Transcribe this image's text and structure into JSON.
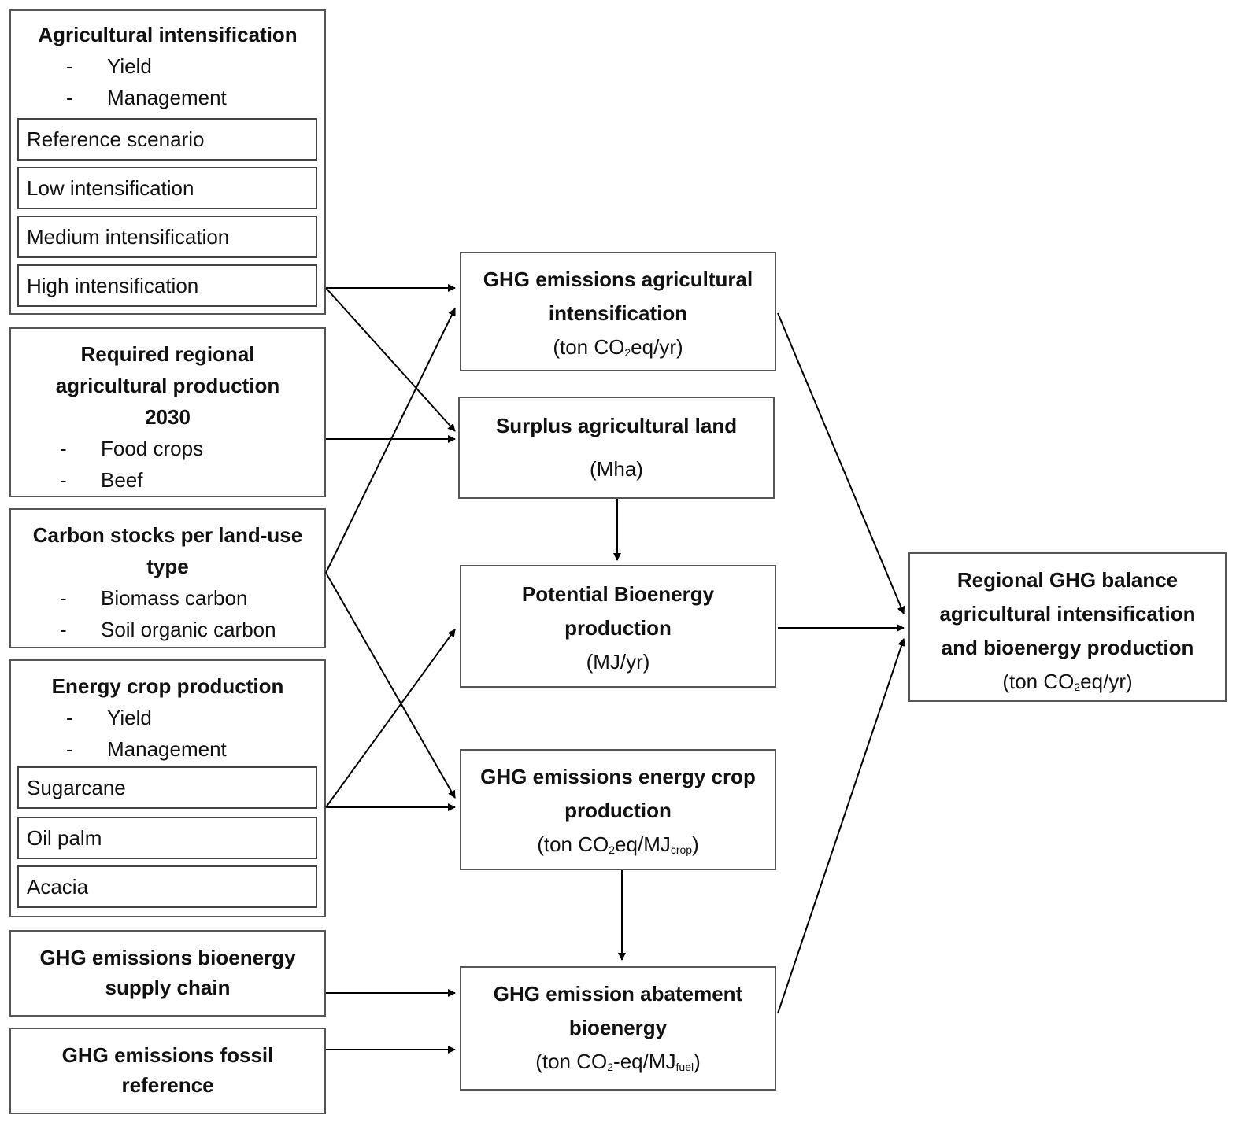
{
  "left": {
    "agri_intensification": {
      "title": "Agricultural intensification",
      "bullets": [
        "Yield",
        "Management"
      ],
      "scenarios": [
        "Reference scenario",
        "Low intensification",
        "Medium intensification",
        "High intensification"
      ]
    },
    "required_production": {
      "title_lines": [
        "Required regional",
        "agricultural production",
        "2030"
      ],
      "bullets": [
        "Food crops",
        "Beef"
      ]
    },
    "carbon_stocks": {
      "title_lines": [
        "Carbon stocks per land-use",
        "type"
      ],
      "bullets": [
        "Biomass carbon",
        "Soil organic carbon"
      ]
    },
    "energy_crop_production": {
      "title": "Energy crop production",
      "bullets": [
        "Yield",
        "Management"
      ],
      "crops": [
        "Sugarcane",
        "Oil palm",
        "Acacia"
      ]
    },
    "supply_chain": {
      "title_lines": [
        "GHG emissions bioenergy",
        "supply chain"
      ]
    },
    "fossil_reference": {
      "title_lines": [
        "GHG emissions fossil",
        "reference"
      ]
    }
  },
  "middle": {
    "ghg_agri": {
      "title_lines": [
        "GHG emissions agricultural",
        "intensification"
      ],
      "unit_pre": "(ton CO",
      "unit_sub": "2",
      "unit_post": "eq/yr)"
    },
    "surplus_land": {
      "title": "Surplus agricultural land",
      "unit": "(Mha)"
    },
    "bioenergy_production": {
      "title_lines": [
        "Potential Bioenergy",
        "production"
      ],
      "unit": "(MJ/yr)"
    },
    "ghg_energy_crop": {
      "title_lines": [
        "GHG emissions energy crop",
        "production"
      ],
      "unit_pre": "(ton CO",
      "unit_sub": "2",
      "unit_mid": "eq/MJ",
      "unit_sub2": "crop",
      "unit_post": ")"
    },
    "abatement": {
      "title_lines": [
        "GHG emission abatement",
        "bioenergy"
      ],
      "unit_pre": "(ton CO",
      "unit_sub": "2",
      "unit_mid": "-eq/MJ",
      "unit_sub2": "fuel",
      "unit_post": ")"
    }
  },
  "right": {
    "balance": {
      "title_lines": [
        "Regional GHG balance",
        "agricultural intensification",
        "and bioenergy production"
      ],
      "unit_pre": "(ton CO",
      "unit_sub": "2",
      "unit_post": "eq/yr)"
    }
  },
  "bullet_dash": "-",
  "colors": {
    "border": "#555555",
    "arrow": "#000000",
    "text": "#111111"
  }
}
